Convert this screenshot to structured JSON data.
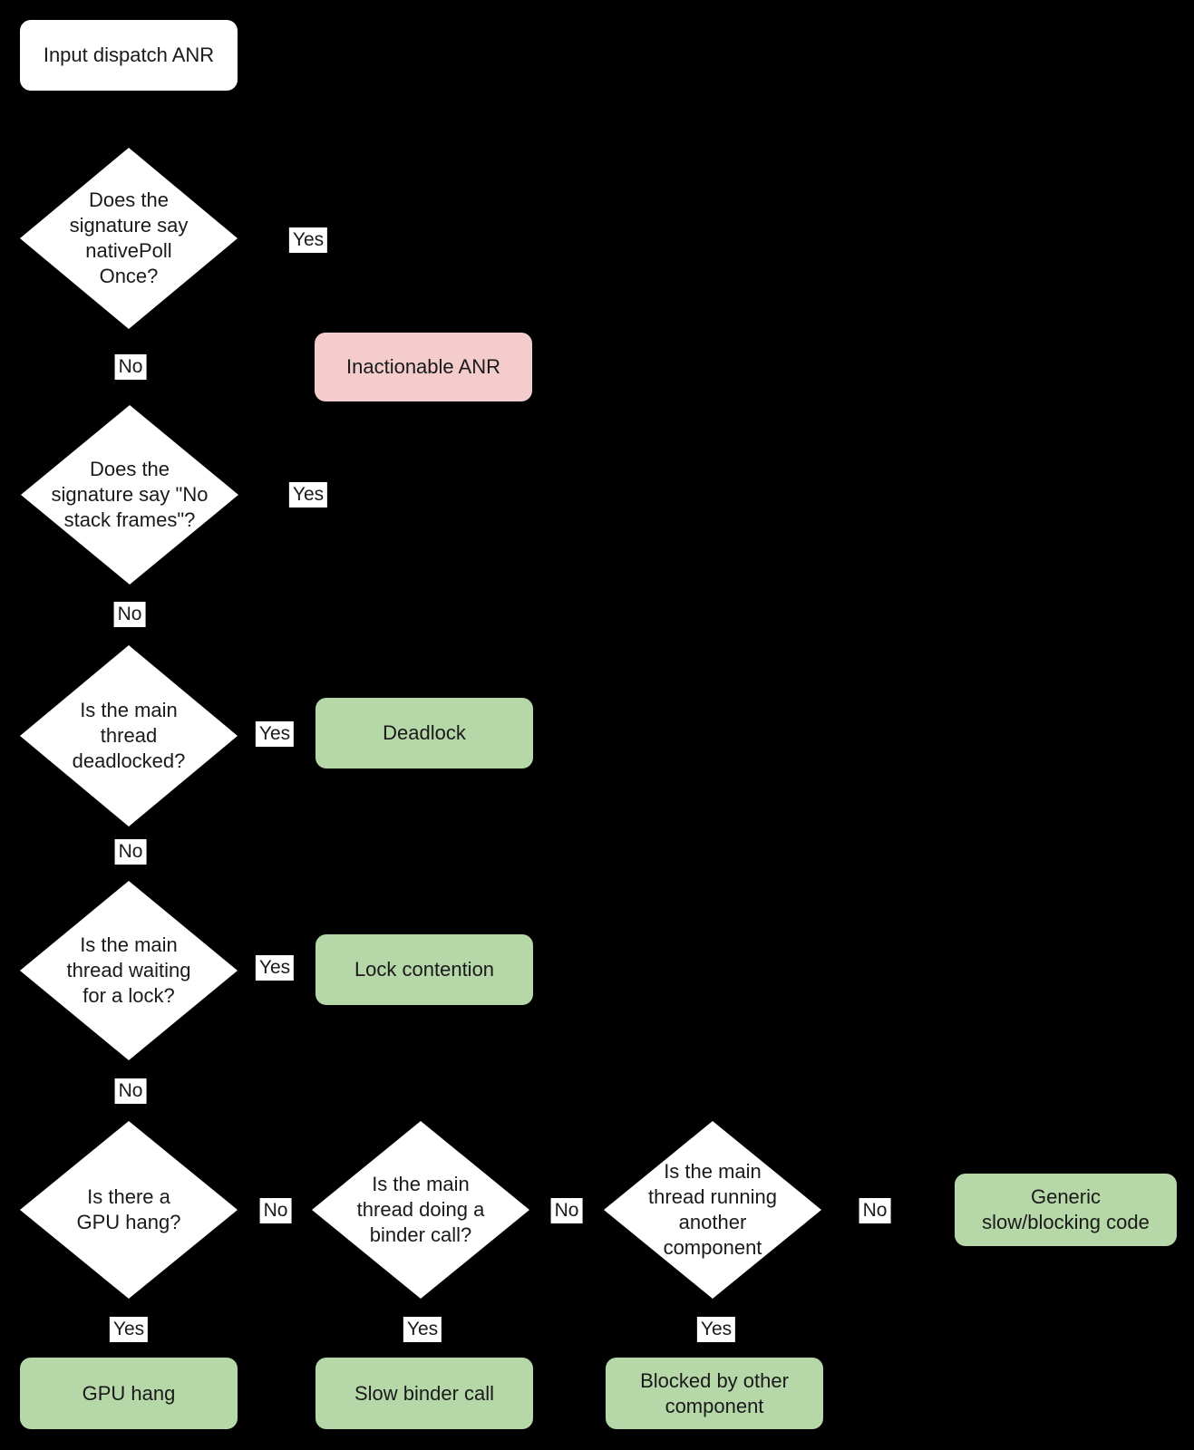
{
  "colors": {
    "background": "#000000",
    "node_fill": "#ffffff",
    "outcome_positive": "#b6d7a8",
    "outcome_negative": "#f4cccc",
    "text": "#1a1a1a"
  },
  "flowchart": {
    "start": "Input dispatch ANR",
    "decisions": {
      "native_poll": "Does the\nsignature say\nnativePoll\nOnce?",
      "no_stack_frames": "Does the\nsignature say \"No\nstack frames\"?",
      "deadlocked": "Is the main\nthread\ndeadlocked?",
      "waiting_lock": "Is the main\nthread waiting\nfor a lock?",
      "gpu_hang": "Is there a\nGPU hang?",
      "binder_call": "Is the main\nthread doing a\nbinder call?",
      "other_component": "Is the main\nthread running\nanother\ncomponent"
    },
    "outcomes": {
      "inactionable": "Inactionable ANR",
      "deadlock": "Deadlock",
      "lock_contention": "Lock contention",
      "generic_slow": "Generic\nslow/blocking code",
      "gpu_hang": "GPU hang",
      "slow_binder": "Slow binder call",
      "blocked_other": "Blocked by other\ncomponent"
    },
    "edge_labels": {
      "yes": "Yes",
      "no": "No"
    }
  }
}
